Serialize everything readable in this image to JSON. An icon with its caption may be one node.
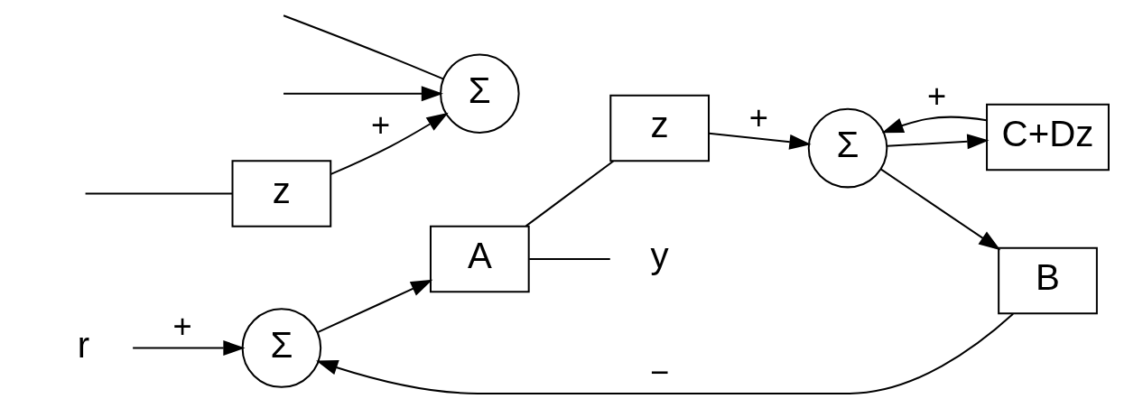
{
  "diagram": {
    "nodes": [
      {
        "text": [
          "r"
        ]
      },
      {
        "text": [
          "Σ"
        ]
      },
      {
        "text": [
          "A"
        ]
      },
      {
        "text": [
          "y"
        ]
      },
      {
        "text": [
          "z"
        ]
      },
      {
        "text": [
          "Σ"
        ]
      },
      {
        "text": [
          "B"
        ]
      },
      {
        "text": [
          "C+Dz"
        ]
      },
      {
        "text": [
          "z"
        ]
      },
      {
        "text": [
          "Σ"
        ]
      }
    ],
    "edges": [
      {
        "from": 0,
        "to": 1,
        "arrow": "to",
        "label": "+"
      },
      {
        "from": 1,
        "to": 2,
        "arrow": "to"
      },
      {
        "from": 2,
        "to": 3,
        "arrow": "none"
      },
      {
        "from": 2,
        "to": 4,
        "arrow": "none"
      },
      {
        "from": 4,
        "to": 5,
        "arrow": "to",
        "label": "+"
      },
      {
        "from": 5,
        "to": 6,
        "arrow": "to"
      },
      {
        "from": 6,
        "to": 1,
        "arrow": "to",
        "label": "−"
      },
      {
        "from": 5,
        "to": 7,
        "arrow": "to"
      },
      {
        "from": 7,
        "to": 5,
        "arrow": "to",
        "label": "+"
      },
      {
        "from": null,
        "to": 8,
        "arrow": "none"
      },
      {
        "from": 8,
        "to": 9,
        "arrow": "to",
        "label": "+"
      },
      {
        "from": null,
        "to": 9,
        "arrow": "none"
      },
      {
        "from": null,
        "to": 9,
        "arrow": "to"
      }
    ]
  }
}
